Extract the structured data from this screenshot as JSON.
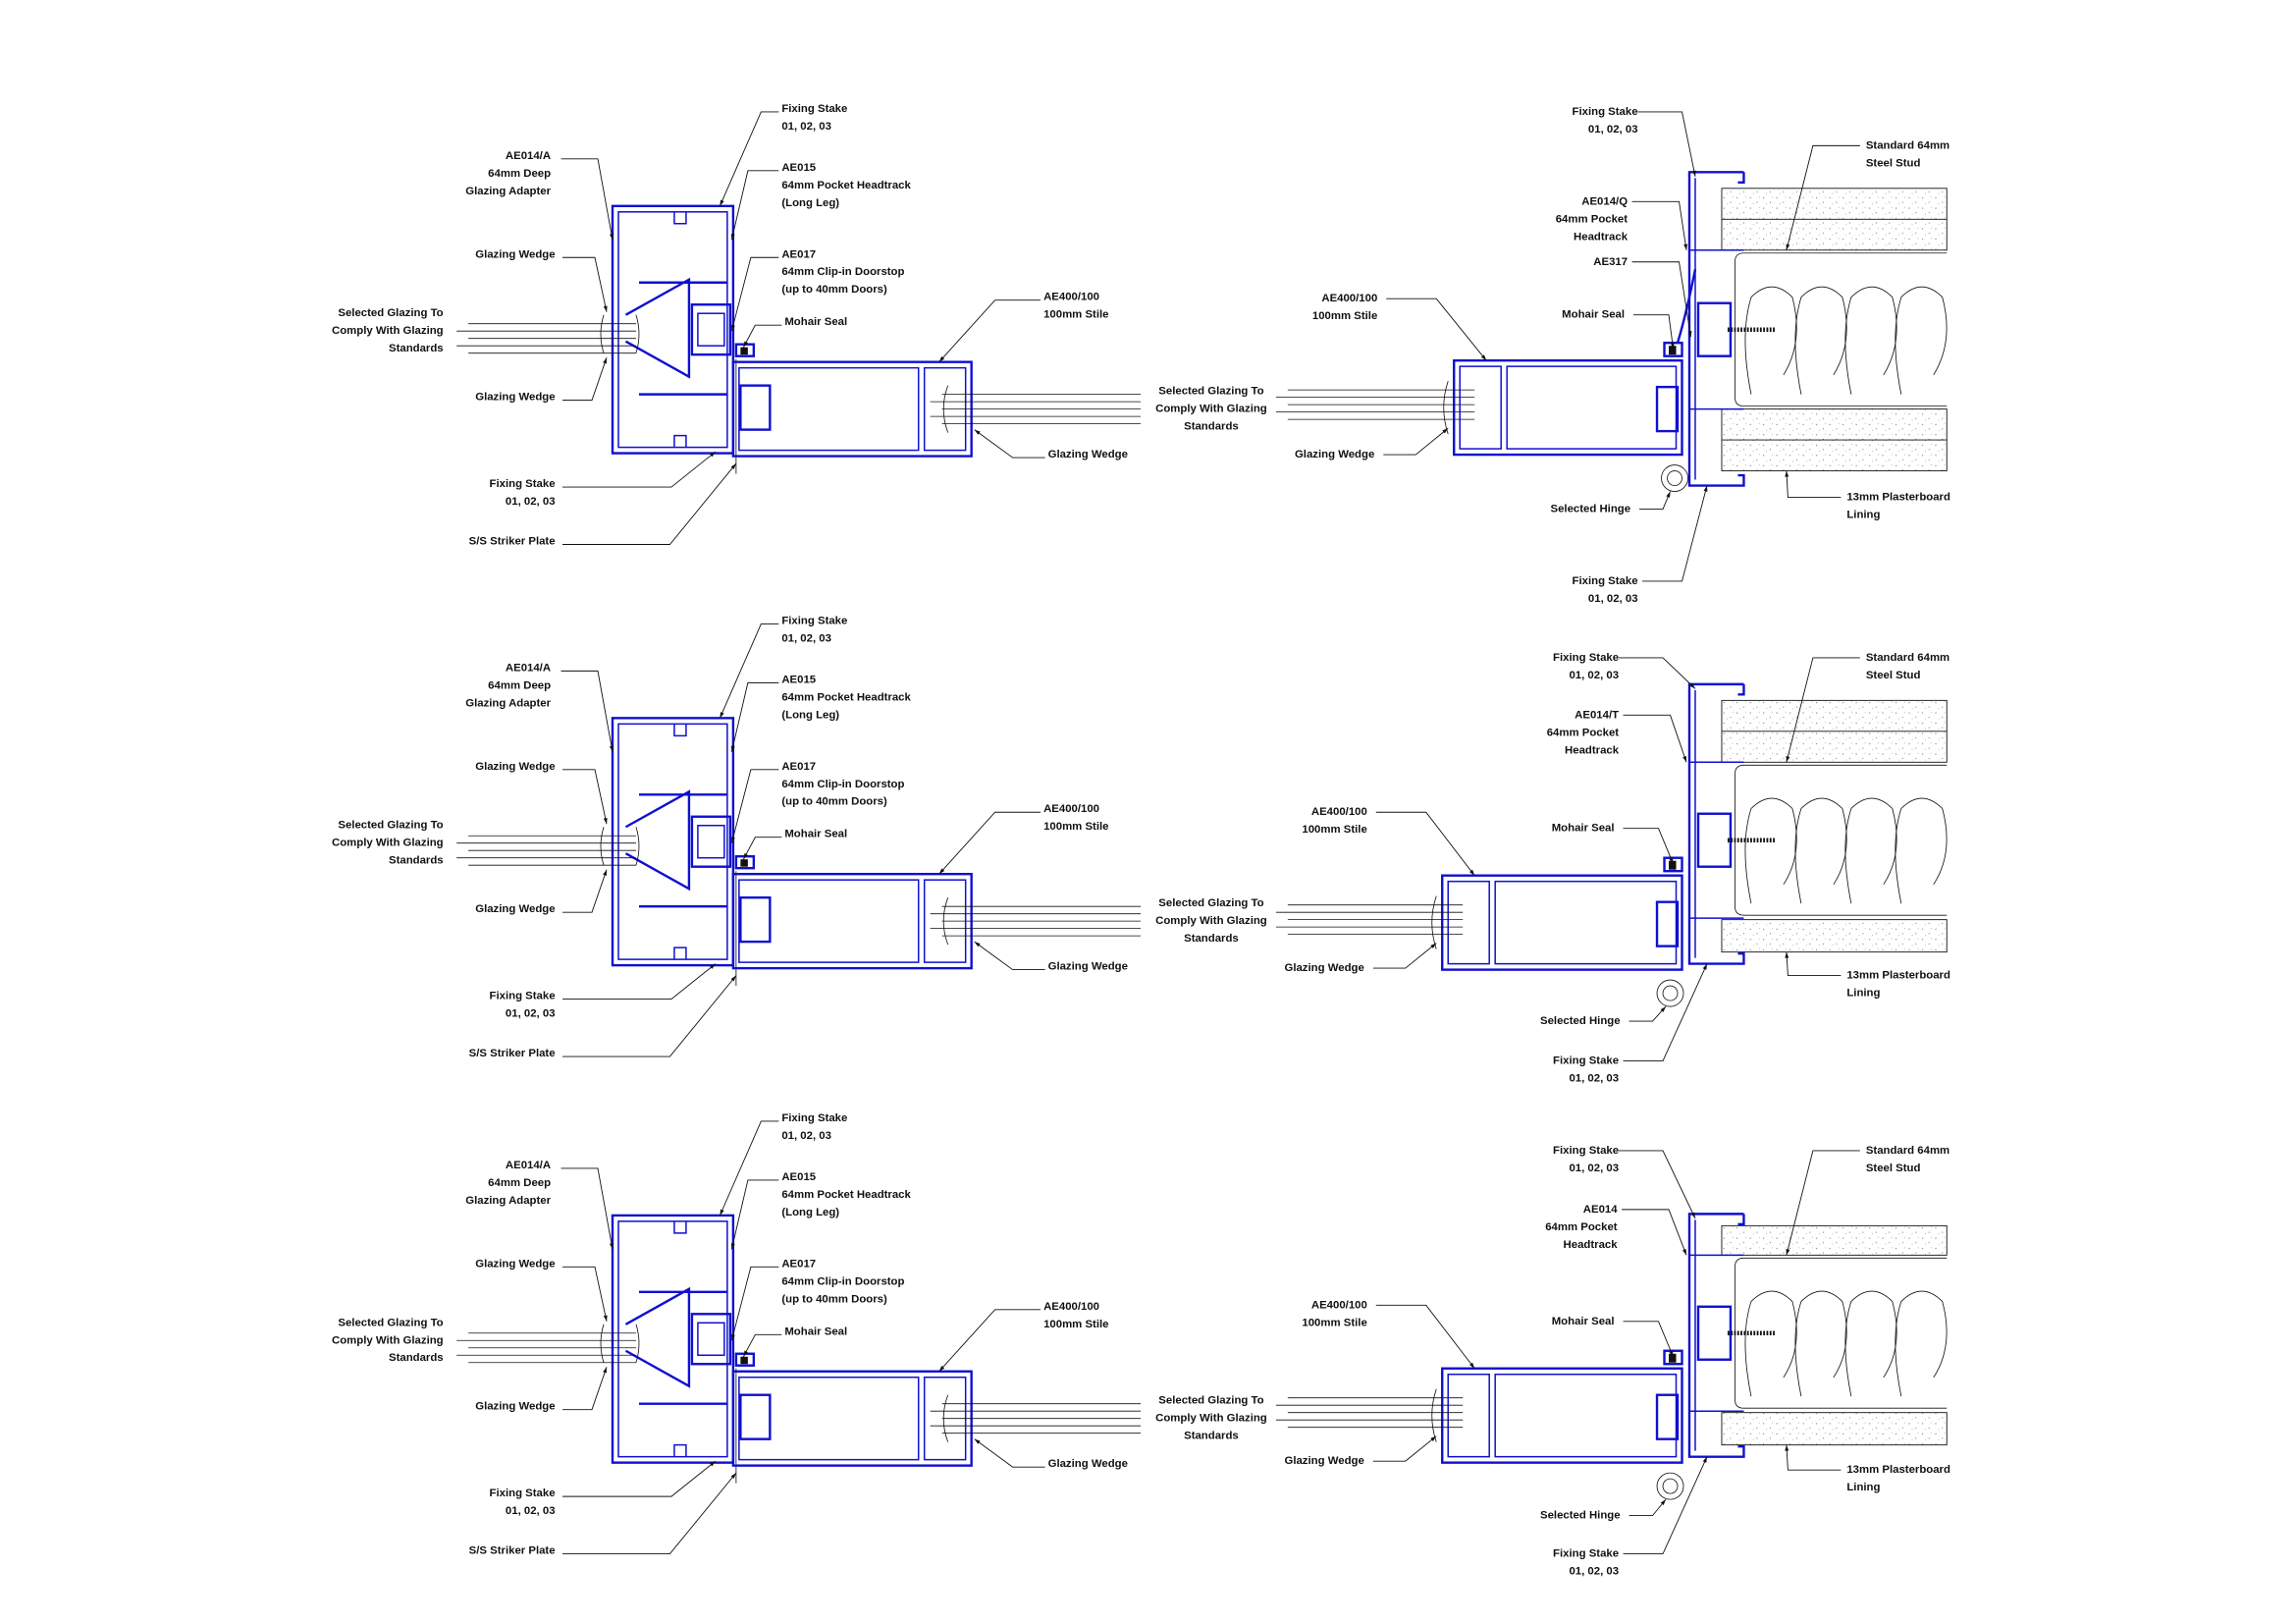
{
  "colors": {
    "profile": "#1010d0",
    "linework": "#111111",
    "background": "#ffffff"
  },
  "left_details": [
    {
      "labels": [
        [
          "Fixing Stake",
          "01, 02, 03"
        ],
        [
          "AE014/A",
          "64mm Deep",
          "Glazing Adapter"
        ],
        [
          "AE015",
          "64mm Pocket Headtrack",
          "(Long Leg)"
        ],
        [
          "Glazing Wedge"
        ],
        [
          "AE017",
          "64mm Clip-in Doorstop",
          "(up to 40mm Doors)"
        ],
        [
          "Mohair Seal"
        ],
        [
          "AE400/100",
          "100mm Stile"
        ],
        [
          "Selected Glazing  To",
          "Comply With Glazing",
          "Standards"
        ],
        [
          "Selected Glazing  To",
          "Comply With Glazing",
          "Standards"
        ],
        [
          "Glazing Wedge"
        ],
        [
          "Glazing Wedge"
        ],
        [
          "Fixing Stake",
          "01, 02, 03"
        ],
        [
          "S/S Striker Plate"
        ]
      ]
    },
    {
      "labels": [
        [
          "Fixing Stake",
          "01, 02, 03"
        ],
        [
          "AE014/A",
          "64mm Deep",
          "Glazing Adapter"
        ],
        [
          "AE015",
          "64mm Pocket Headtrack",
          "(Long Leg)"
        ],
        [
          "Glazing Wedge"
        ],
        [
          "AE017",
          "64mm Clip-in Doorstop",
          "(up to 40mm Doors)"
        ],
        [
          "Mohair Seal"
        ],
        [
          "AE400/100",
          "100mm Stile"
        ],
        [
          "Selected Glazing  To",
          "Comply With Glazing",
          "Standards"
        ],
        [
          "Selected Glazing  To",
          "Comply With Glazing",
          "Standards"
        ],
        [
          "Glazing Wedge"
        ],
        [
          "Glazing Wedge"
        ],
        [
          "Fixing Stake",
          "01, 02, 03"
        ],
        [
          "S/S Striker Plate"
        ]
      ]
    },
    {
      "labels": [
        [
          "Fixing Stake",
          "01, 02, 03"
        ],
        [
          "AE014/A",
          "64mm Deep",
          "Glazing Adapter"
        ],
        [
          "AE015",
          "64mm Pocket Headtrack",
          "(Long Leg)"
        ],
        [
          "Glazing Wedge"
        ],
        [
          "AE017",
          "64mm Clip-in Doorstop",
          "(up to 40mm Doors)"
        ],
        [
          "Mohair Seal"
        ],
        [
          "AE400/100",
          "100mm Stile"
        ],
        [
          "Selected Glazing  To",
          "Comply With Glazing",
          "Standards"
        ],
        [
          "Selected Glazing  To",
          "Comply With Glazing",
          "Standards"
        ],
        [
          "Glazing Wedge"
        ],
        [
          "Glazing Wedge"
        ],
        [
          "Fixing Stake",
          "01, 02, 03"
        ],
        [
          "S/S Striker Plate"
        ]
      ]
    }
  ],
  "right_details": [
    {
      "labels": [
        [
          "Fixing Stake",
          "01, 02, 03"
        ],
        [
          "Standard 64mm",
          "Steel Stud"
        ],
        [
          "AE014/Q",
          "64mm Pocket",
          "Headtrack"
        ],
        [
          "AE317"
        ],
        [
          "AE400/100",
          "100mm Stile"
        ],
        [
          "Mohair Seal"
        ],
        [
          "Glazing Wedge"
        ],
        [
          "Selected Hinge"
        ],
        [
          "13mm Plasterboard",
          "Lining"
        ],
        [
          "Fixing Stake",
          "01, 02, 03"
        ]
      ]
    },
    {
      "labels": [
        [
          "Fixing Stake",
          "01, 02, 03"
        ],
        [
          "Standard 64mm",
          "Steel Stud"
        ],
        [
          "AE014/T",
          "64mm Pocket",
          "Headtrack"
        ],
        null,
        [
          "AE400/100",
          "100mm Stile"
        ],
        [
          "Mohair Seal"
        ],
        [
          "Glazing Wedge"
        ],
        [
          "Selected Hinge"
        ],
        [
          "13mm Plasterboard",
          "Lining"
        ],
        [
          "Fixing Stake",
          "01, 02, 03"
        ]
      ]
    },
    {
      "labels": [
        [
          "Fixing Stake",
          "01, 02, 03"
        ],
        [
          "Standard 64mm",
          "Steel Stud"
        ],
        [
          "AE014",
          "64mm Pocket",
          "Headtrack"
        ],
        null,
        [
          "AE400/100",
          "100mm Stile"
        ],
        [
          "Mohair Seal"
        ],
        [
          "Glazing Wedge"
        ],
        [
          "Selected Hinge"
        ],
        [
          "13mm Plasterboard",
          "Lining"
        ],
        [
          "Fixing Stake",
          "01, 02, 03"
        ]
      ]
    }
  ]
}
